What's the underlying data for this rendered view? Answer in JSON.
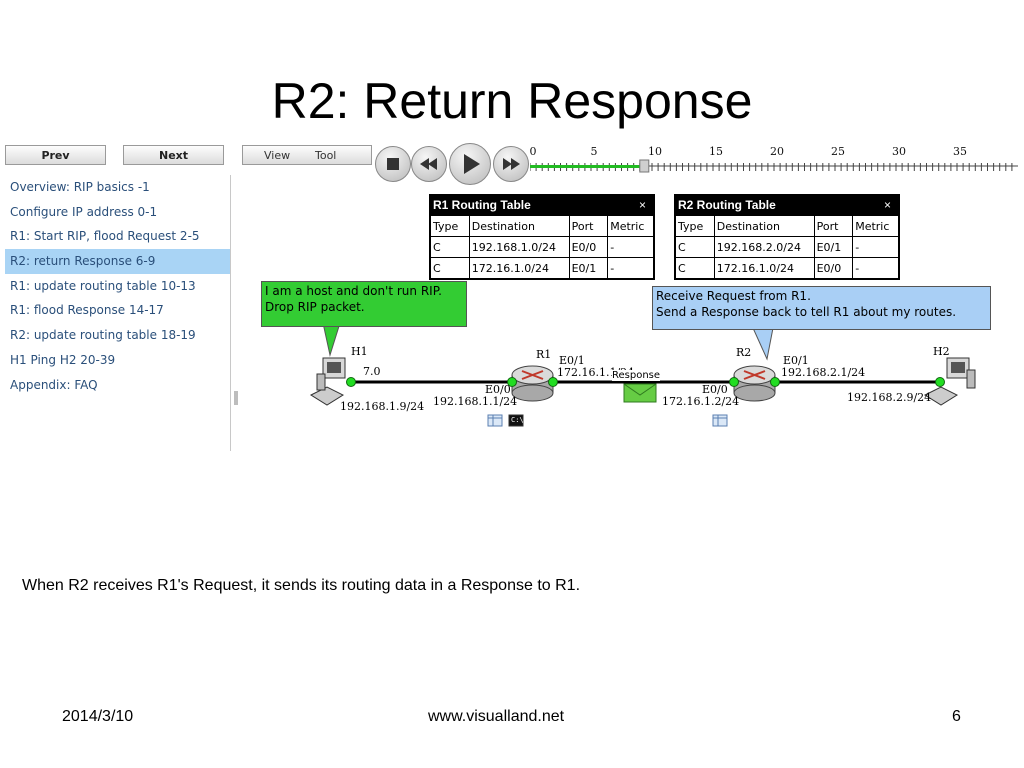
{
  "slide": {
    "title": "R2: Return Response",
    "caption": "When R2 receives R1's Request, it sends its routing data in a Response to R1.",
    "footer_date": "2014/3/10",
    "footer_url": "www.visualland.net",
    "page_number": "6"
  },
  "toolbar": {
    "prev_label": "Prev",
    "next_label": "Next",
    "view_label": "View",
    "tool_label": "Tool"
  },
  "sidebar": {
    "items": [
      {
        "label": "Overview: RIP basics -1",
        "active": false
      },
      {
        "label": "Configure IP address 0-1",
        "active": false
      },
      {
        "label": "R1: Start RIP, flood Request 2-5",
        "active": false
      },
      {
        "label": "R2: return Response 6-9",
        "active": true
      },
      {
        "label": "R1: update routing table 10-13",
        "active": false
      },
      {
        "label": "R1: flood Response 14-17",
        "active": false
      },
      {
        "label": "R2: update routing table 18-19",
        "active": false
      },
      {
        "label": "H1 Ping H2 20-39",
        "active": false
      },
      {
        "label": "Appendix: FAQ",
        "active": false
      }
    ]
  },
  "playback": {
    "icons": [
      "stop-icon",
      "rewind-icon",
      "play-icon",
      "fast-forward-icon"
    ]
  },
  "timeline": {
    "labels": [
      "0",
      "5",
      "10",
      "15",
      "20",
      "25",
      "30",
      "35"
    ],
    "min": 0,
    "max": 39,
    "current": 9,
    "progress_color": "#22bb22"
  },
  "r1_table": {
    "title": "R1 Routing Table",
    "close": "×",
    "headers": [
      "Type",
      "Destination",
      "Port",
      "Metric"
    ],
    "rows": [
      [
        "C",
        "192.168.1.0/24",
        "E0/0",
        "-"
      ],
      [
        "C",
        "172.16.1.0/24",
        "E0/1",
        "-"
      ]
    ]
  },
  "r2_table": {
    "title": "R2 Routing Table",
    "close": "×",
    "headers": [
      "Type",
      "Destination",
      "Port",
      "Metric"
    ],
    "rows": [
      [
        "C",
        "192.168.2.0/24",
        "E0/1",
        "-"
      ],
      [
        "C",
        "172.16.1.0/24",
        "E0/0",
        "-"
      ]
    ]
  },
  "bubbles": {
    "h1": {
      "line1": "I am a host and don't run RIP.",
      "line2": "Drop RIP packet.",
      "color": "#33cc33"
    },
    "r2": {
      "line1": "Receive Request from R1.",
      "line2": "Send a Response back to tell R1 about my routes.",
      "color": "#a9cff5"
    }
  },
  "network": {
    "h1_name": "H1",
    "h1_ip": "192.168.1.9/24",
    "h1_extra": "7.0",
    "r1_name": "R1",
    "r1_e00_name": "E0/0",
    "r1_e00_ip": "192.168.1.1/24",
    "r1_e01_name": "E0/1",
    "r1_e01_ip": "172.16.1.1/24",
    "r2_name": "R2",
    "r2_e00_name": "E0/0",
    "r2_e00_ip": "172.16.1.2/24",
    "r2_e01_name": "E0/1",
    "r2_e01_ip": "192.168.2.1/24",
    "h2_name": "H2",
    "h2_ip": "192.168.2.9/24",
    "packet_label": "Response",
    "cli_label": "C:\\"
  }
}
